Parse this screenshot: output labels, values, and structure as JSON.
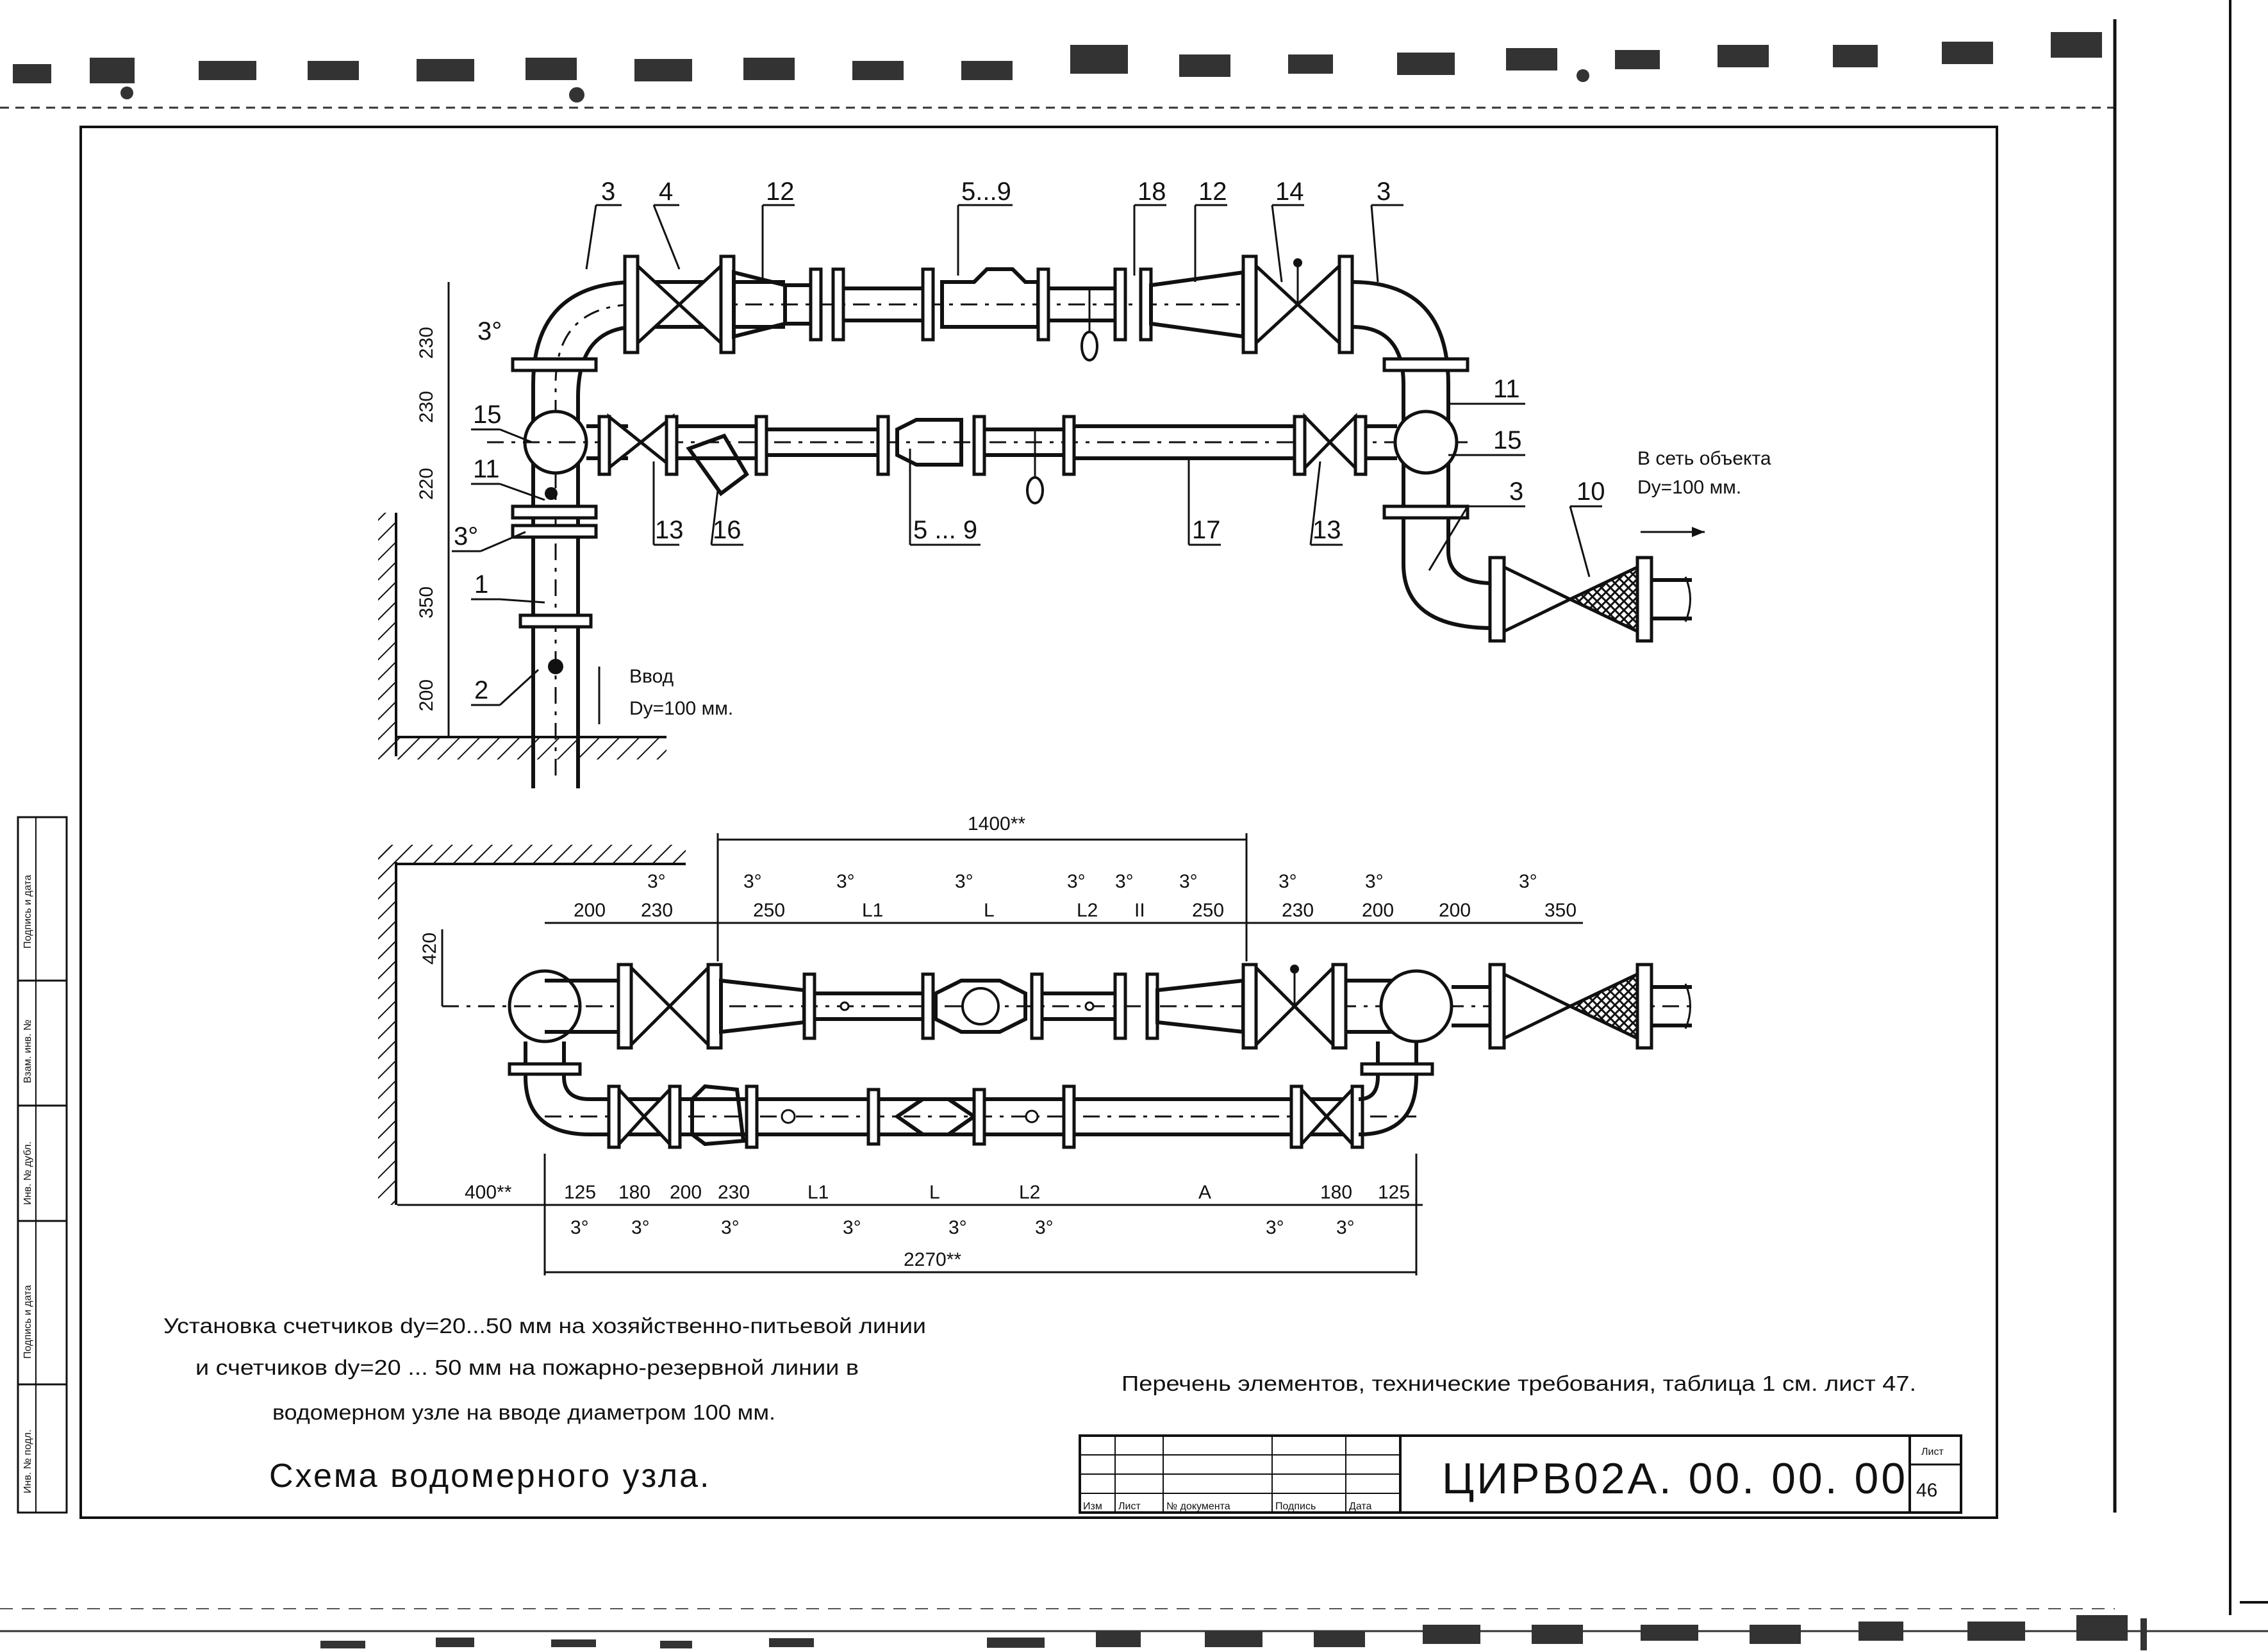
{
  "callouts_top": [
    "3",
    "4",
    "12",
    "5...9",
    "18",
    "12",
    "14",
    "3"
  ],
  "callouts_mid": [
    "15",
    "11",
    "3°",
    "1",
    "2",
    "13",
    "16",
    "5 ... 9",
    "17",
    "13",
    "11",
    "15",
    "3",
    "10"
  ],
  "callout_3deg": "3°",
  "dims_left_vertical": [
    "230",
    "230",
    "220",
    "350",
    "200"
  ],
  "outlet_note": {
    "line1": "В сеть объекта",
    "line2": "Dy=100 мм."
  },
  "inlet_note": {
    "line1": "Ввод",
    "line2": "Dy=100 мм."
  },
  "plan_dims_top": {
    "overall": "1400**",
    "segments": [
      "200",
      "230",
      "250",
      "L1",
      "L",
      "L2",
      "II",
      "250",
      "230",
      "200",
      "200",
      "350"
    ],
    "left_vertical": "420"
  },
  "plan_dims_bottom": {
    "segments": [
      "400**",
      "125",
      "180",
      "200",
      "230",
      "L1",
      "L",
      "L2",
      "A",
      "180",
      "125"
    ],
    "overall": "2270**"
  },
  "caption": {
    "line1": "Установка счетчиков dy=20...50 мм на хозяйственно-питьевой линии",
    "line2": "и счетчиков dy=20 ... 50 мм на пожарно-резервной линии в",
    "line3": "водомерном узле на вводе диаметром 100 мм."
  },
  "scheme_title": "Схема водомерного узла.",
  "reference_note": "Перечень элементов, технические требования, таблица 1 см. лист 47.",
  "title_block": {
    "code": "ЦИРВ02А. 00. 00. 00",
    "sheet_label": "Лист",
    "sheet_number": "46",
    "columns": [
      "Изм",
      "Лист",
      "№ документа",
      "Подпись",
      "Дата"
    ]
  },
  "side_stamp_labels": [
    "Подпись и дата",
    "Взам. инв. №",
    "Инв. № дубл.",
    "Подпись и дата",
    "Инв. № подл."
  ]
}
